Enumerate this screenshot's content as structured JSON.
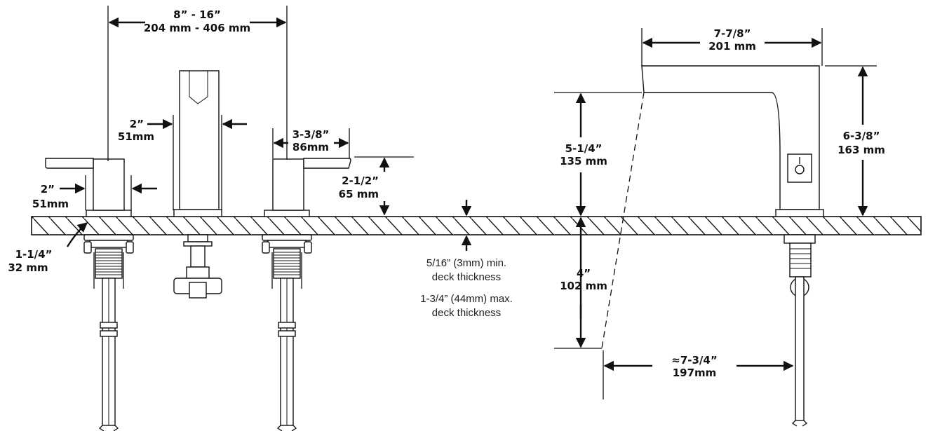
{
  "dimensions": {
    "spread_a": "8” - 16”",
    "spread_b": "204 mm - 406 mm",
    "handle_base_a": "2”",
    "handle_base_b": "51mm",
    "body_width_a": "2”",
    "body_width_b": "51mm",
    "handle_reach_a": "3-3/8”",
    "handle_reach_b": "86mm",
    "handle_height_a": "2-1/2”",
    "handle_height_b": "65 mm",
    "hole_dia_a": "1-1/4”",
    "hole_dia_b": "32 mm",
    "spout_reach_a": "7-7/8”",
    "spout_reach_b": "201 mm",
    "spout_clear_a": "5-1/4”",
    "spout_clear_b": "135 mm",
    "spout_height_a": "6-3/8”",
    "spout_height_b": "163 mm",
    "below_deck_a": "4”",
    "below_deck_b": "102 mm",
    "tail_offset_a": "≈7-3/4”",
    "tail_offset_b": "197mm"
  },
  "deck_note": {
    "line1": "5/16” (3mm) min.",
    "line2": "deck thickness",
    "line3": "1-3/4” (44mm) max.",
    "line4": "deck thickness"
  }
}
